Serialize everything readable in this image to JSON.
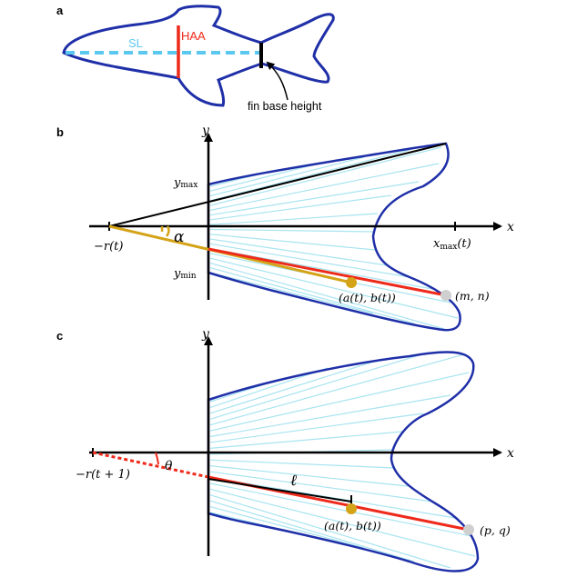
{
  "panels": {
    "a": {
      "letter": "a",
      "sl_label": "SL",
      "haa_label": "HAA",
      "fin_base_label": "fin base height"
    },
    "b": {
      "letter": "b",
      "x_axis": "x",
      "y_axis": "y",
      "y_max": "y",
      "y_max_sub": "max",
      "y_min": "y",
      "y_min_sub": "min",
      "x_max": "x",
      "x_max_sub": "max",
      "x_max_arg": "(t)",
      "neg_r": "−r(t)",
      "alpha": "α",
      "point_ab": "(a(t), b(t))",
      "point_mn": "(m, n)"
    },
    "c": {
      "letter": "c",
      "x_axis": "x",
      "y_axis": "y",
      "neg_r": "−r(t + 1)",
      "theta": "θ",
      "ell": "ℓ",
      "point_ab": "(a(t), b(t))",
      "point_pq": "(p, q)"
    }
  },
  "colors": {
    "outline": "#1f2fa8",
    "rays": "#a8e4f0",
    "sl_dash": "#5bc8f0",
    "red": "#ee2a1b",
    "gold": "#d4a318",
    "grey_dot": "#cfcfcf",
    "black": "#000000"
  }
}
